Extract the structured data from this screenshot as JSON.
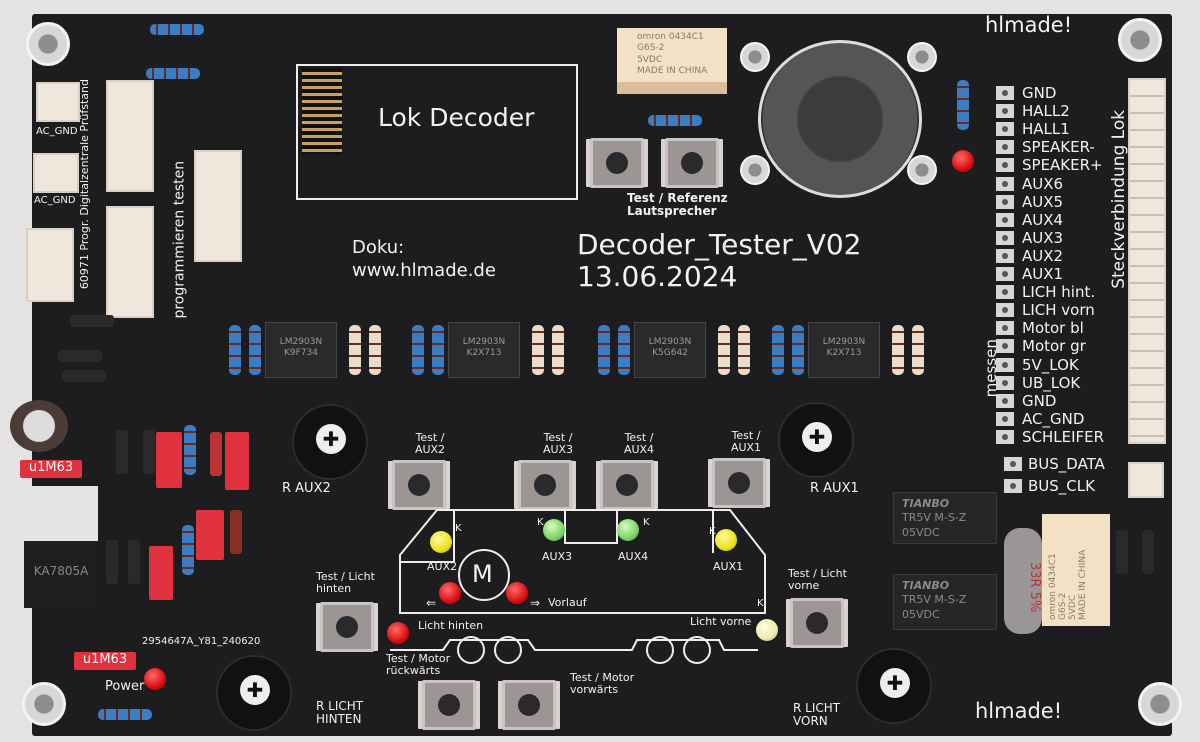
{
  "brand": {
    "top": "hlmade!",
    "bottom": "hlmade!"
  },
  "decoder_socket": {
    "label": "Lok Decoder"
  },
  "doku": {
    "label": "Doku:",
    "url": "www.hlmade.de"
  },
  "title": {
    "name": "Decoder_Tester_V02",
    "date": "13.06.2024"
  },
  "speaker_test": {
    "line1": "Test / Referenz",
    "line2": "Lautsprecher"
  },
  "relay_omron": {
    "brand": "omron 0434C1",
    "model": "G6S-2",
    "voltage": "5VDC",
    "origin": "MADE IN CHINA"
  },
  "relays_tianbo": [
    {
      "brand": "TIANBO",
      "model": "TR5V M-S-Z",
      "voltage": "05VDC"
    },
    {
      "brand": "TIANBO",
      "model": "TR5V M-S-Z",
      "voltage": "05VDC"
    }
  ],
  "power_resistor": "33R 5%",
  "connector_label": "Steckverbindung Lok",
  "measure_label": "messen",
  "pins": [
    "GND",
    "HALL2",
    "HALL1",
    "SPEAKER-",
    "SPEAKER+",
    "AUX6",
    "AUX5",
    "AUX4",
    "AUX3",
    "AUX2",
    "AUX1",
    "LICH hint.",
    "LICH vorn",
    "Motor bl",
    "Motor gr",
    "5V_LOK",
    "UB_LOK",
    "GND",
    "AC_GND",
    "SCHLEIFER"
  ],
  "bus_pins": [
    "BUS_DATA",
    "BUS_CLK"
  ],
  "left": {
    "ac_gnd_1": "AC_GND",
    "ac_gnd_2": "AC_GND",
    "vertical_1": "60971 Progr. Digitalzentrale Prüfstand",
    "vertical_2": "programmieren  testen"
  },
  "ics": [
    {
      "part": "LM2903N",
      "code": "K9F734"
    },
    {
      "part": "LM2903N",
      "code": "K2X713"
    },
    {
      "part": "LM2903N",
      "code": "K5G642"
    },
    {
      "part": "LM2903N",
      "code": "K2X713"
    }
  ],
  "tests": {
    "aux2": "Test / AUX2",
    "aux3": "Test / AUX3",
    "aux4": "Test / AUX4",
    "aux1": "Test / AUX1",
    "licht_hinten": "Test / Licht hinten",
    "licht_vorne": "Test / Licht vorne",
    "motor_rueck": "Test / Motor rückwärts",
    "motor_vor": "Test / Motor vorwärts"
  },
  "pots": {
    "aux2": "R AUX2",
    "aux1": "R AUX1",
    "licht_hinten": "R LICHT HINTEN",
    "licht_vorn": "R LICHT VORN"
  },
  "loco": {
    "aux2": "AUX2",
    "aux3": "AUX3",
    "aux4": "AUX4",
    "aux1": "AUX1",
    "motor": "M",
    "forward": "Vorlauf",
    "arrow_left": "⇐",
    "arrow_right": "⇒",
    "licht_hinten": "Licht hinten",
    "licht_vorne": "Licht vorne",
    "cathode": "K"
  },
  "power": {
    "label": "Power",
    "serial": "2954647A_Y81_240620",
    "regulator": "KA7805A",
    "cap_value": "u1M63"
  },
  "colors": {
    "board": "#1d1c1f",
    "silk": "#f2f2f2",
    "led_red": "#d80e10",
    "led_yellow": "#efe21a",
    "led_green": "#7ed266"
  }
}
